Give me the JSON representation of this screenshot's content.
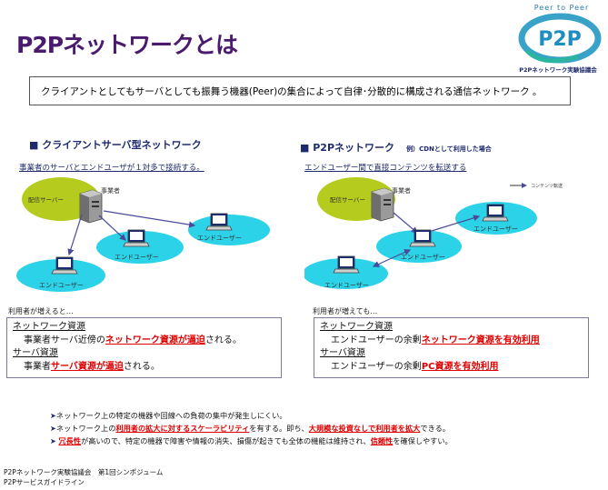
{
  "title": "P2Pネットワークとは",
  "logo": {
    "tagline": "Peer to Peer",
    "mark": "P2P",
    "org": "P2Pネットワーク実験協議会"
  },
  "definition": "クライアントとしてもサーバとしても振舞う機器(Peer)の集合によって自律･分散的に構成される通信ネットワーク 。",
  "left": {
    "heading": "■ クライアントサーバ型ネットワーク",
    "description": "事業者のサーバとエンドユーザが１対多で接続する。",
    "operator_label": "事業者",
    "server_label": "配信サーバー",
    "end_user_label": "エンドユーザー",
    "note": "利用者が増えると…",
    "box": {
      "res1": "ネットワーク資源",
      "line1_pre": "事業者サーバ近傍の",
      "line1_hl": "ネットワーク資源が逼迫",
      "line1_post": "される。",
      "res2": "サーバ資源",
      "line2_pre": "事業者",
      "line2_hl": "サーバ資源が逼迫",
      "line2_post": "される。"
    }
  },
  "right": {
    "heading": "■ P2Pネットワーク",
    "subheading": "例）CDNとして利用した場合",
    "description": "エンドユーザー間で直接コンテンツを転送する",
    "legend": "コンテンツ転送",
    "operator_label": "事業者",
    "server_label": "配信サーバー",
    "end_user_label": "エンドユーザー",
    "note": "利用者が増えても…",
    "box": {
      "res1": "ネットワーク資源",
      "line1_pre": "エンドユーザーの余剰",
      "line1_hl": "ネットワーク資源を有効利用",
      "res2": "サーバ資源",
      "line2_pre": "エンドユーザーの余剰",
      "line2_hl": "PC資源を有効利用"
    }
  },
  "bullets": {
    "b1": "ネットワーク上の特定の機器や回線への負荷の集中が発生しにくい。",
    "b2_pre": "ネットワーク上の",
    "b2_hl1": "利用者の拡大に対するスケーラビリティ",
    "b2_mid": "を有する。即ち、",
    "b2_hl2": "大規模な投資なしで利用者を拡大",
    "b2_post": "できる。",
    "b3_hl1": "冗長性",
    "b3_mid": "が高いので、特定の機器で障害や情報の消失、損傷が起きても全体の機能は維持され、",
    "b3_hl2": "信頼性",
    "b3_post": "を確保しやすい。"
  },
  "footer": {
    "line1": "P2Pネットワーク実験協議会　第1回シンポジューム",
    "line2": "P2Pサービスガイドライン"
  },
  "colors": {
    "title": "#4a1a6e",
    "accent": "#1e2a6e",
    "highlight": "#e00000",
    "server_ellipse": "#b5cc1e",
    "user_ellipse": "#2bd2e8"
  }
}
